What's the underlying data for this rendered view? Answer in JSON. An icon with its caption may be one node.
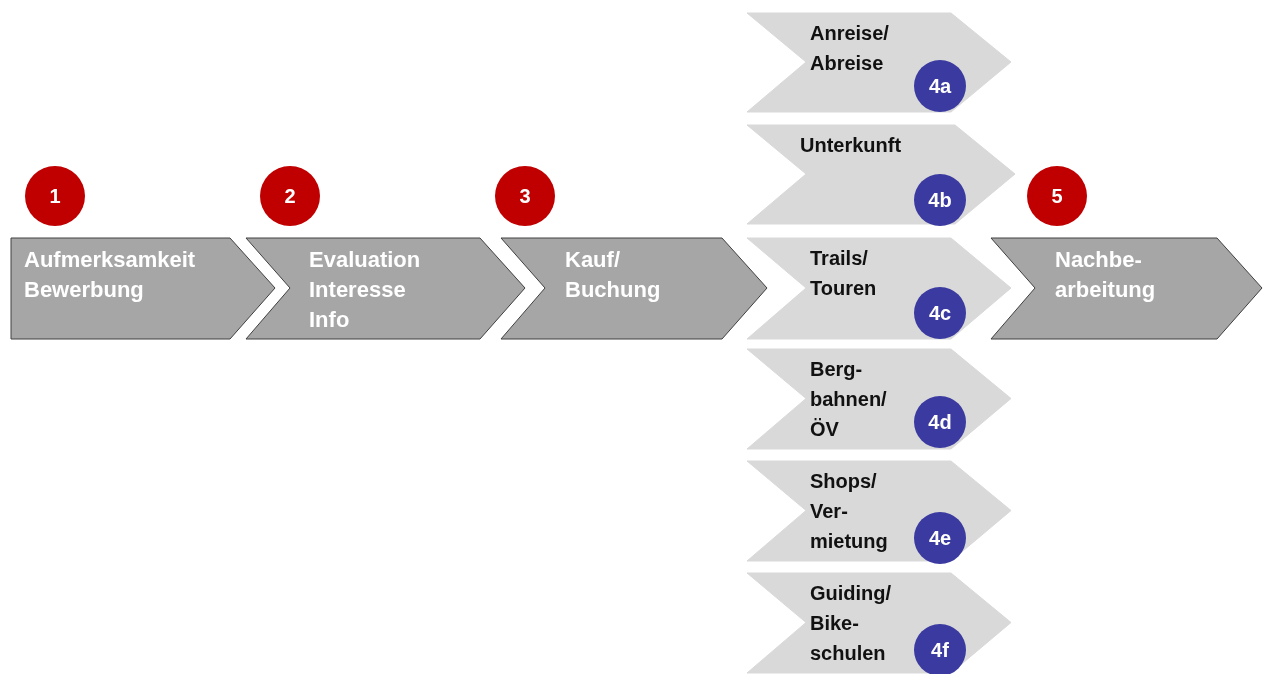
{
  "diagram": {
    "nodes": [
      {
        "text": [
          "1"
        ]
      },
      {
        "text": [
          "Aufmerksamkeit Bewerbung"
        ]
      },
      {
        "text": [
          "2"
        ]
      },
      {
        "text": [
          "Evaluation Interesse Info"
        ]
      },
      {
        "text": [
          "3"
        ]
      },
      {
        "text": [
          "Kauf/ Buchung"
        ]
      },
      {
        "text": [
          "Anreise/ Abreise"
        ]
      },
      {
        "text": [
          "4a"
        ],
        "in": 6
      },
      {
        "text": [
          "Unterkunft"
        ]
      },
      {
        "text": [
          "4b"
        ],
        "in": 8
      },
      {
        "text": [
          "Trails/ Touren"
        ]
      },
      {
        "text": [
          "4c"
        ],
        "in": 10
      },
      {
        "text": [
          "Berg- bahnen/ ÖV"
        ]
      },
      {
        "text": [
          "4d"
        ],
        "in": 12
      },
      {
        "text": [
          "Shops/ Ver- mietung"
        ]
      },
      {
        "text": [
          "4e"
        ],
        "in": 14
      },
      {
        "text": [
          "Guiding/ Bike- schulen"
        ]
      },
      {
        "text": [
          "4f"
        ],
        "in": 16
      },
      {
        "text": [
          "5"
        ]
      },
      {
        "text": [
          "Nachbe- arbeitung"
        ]
      }
    ]
  }
}
